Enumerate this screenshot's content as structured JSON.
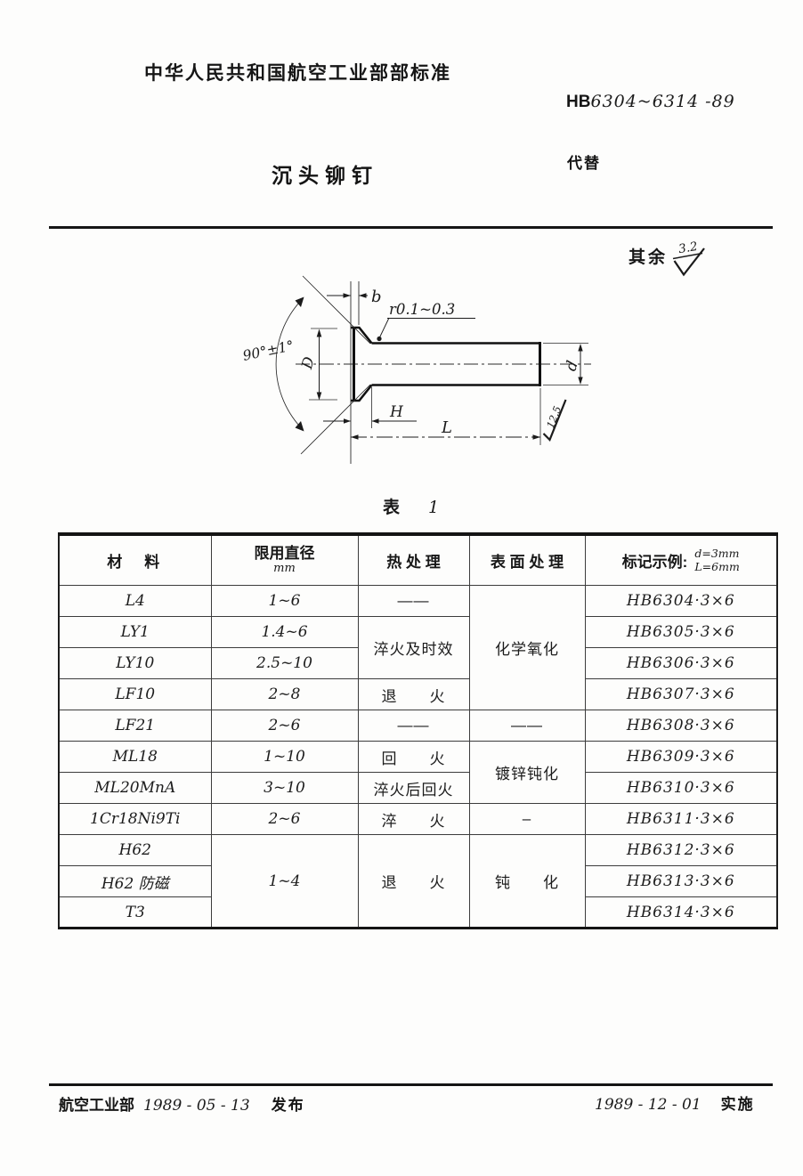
{
  "header": {
    "ministry_title": "中华人民共和国航空工业部部标准",
    "standard_prefix": "HB",
    "standard_number": "6304~6314 -89",
    "replaces_label": "代替",
    "doc_title": "沉头铆钉",
    "surface_note_label": "其余",
    "surface_note_value": "3.2"
  },
  "drawing": {
    "dim_b": "b",
    "fillet_radius": "r0.1~0.3",
    "countersink_angle": "90°±1°",
    "dim_head_diameter": "D",
    "dim_head_height": "H",
    "dim_length": "L",
    "dim_shank_diameter": "d",
    "shank_end_roughness": "12.5"
  },
  "table": {
    "caption_label": "表",
    "caption_number": "1",
    "col_material": "材　料",
    "col_diameter": "限用直径",
    "col_diameter_unit": "mm",
    "col_heat": "热 处 理",
    "col_surface": "表 面 处 理",
    "col_marking": "标记示例:",
    "marking_example_d": "d=3mm",
    "marking_example_L": "L=6mm",
    "materials": [
      "L4",
      "LY1",
      "LY10",
      "LF10",
      "LF21",
      "ML18",
      "ML20MnA",
      "1Cr18Ni9Ti",
      "H62",
      "H62 防磁",
      "T3"
    ],
    "diameters": [
      "1~6",
      "1.4~6",
      "2.5~10",
      "2~8",
      "2~6",
      "1~10",
      "3~10",
      "2~6",
      "1~4"
    ],
    "heat_treatments": [
      "——",
      "淬火及时效",
      "退　　火",
      "——",
      "回　　火",
      "淬火后回火",
      "淬　　火",
      "退　　火"
    ],
    "surface_treatments": [
      "化学氧化",
      "——",
      "镀锌钝化",
      "–",
      "钝　　化"
    ],
    "markings": [
      "HB6304·3×6",
      "HB6305·3×6",
      "HB6306·3×6",
      "HB6307·3×6",
      "HB6308·3×6",
      "HB6309·3×6",
      "HB6310·3×6",
      "HB6311·3×6",
      "HB6312·3×6",
      "HB6313·3×6",
      "HB6314·3×6"
    ]
  },
  "footer": {
    "issuer": "航空工业部",
    "issue_date": "1989 - 05 - 13",
    "issue_label": "发布",
    "implement_date": "1989 - 12 - 01",
    "implement_label": "实施"
  }
}
